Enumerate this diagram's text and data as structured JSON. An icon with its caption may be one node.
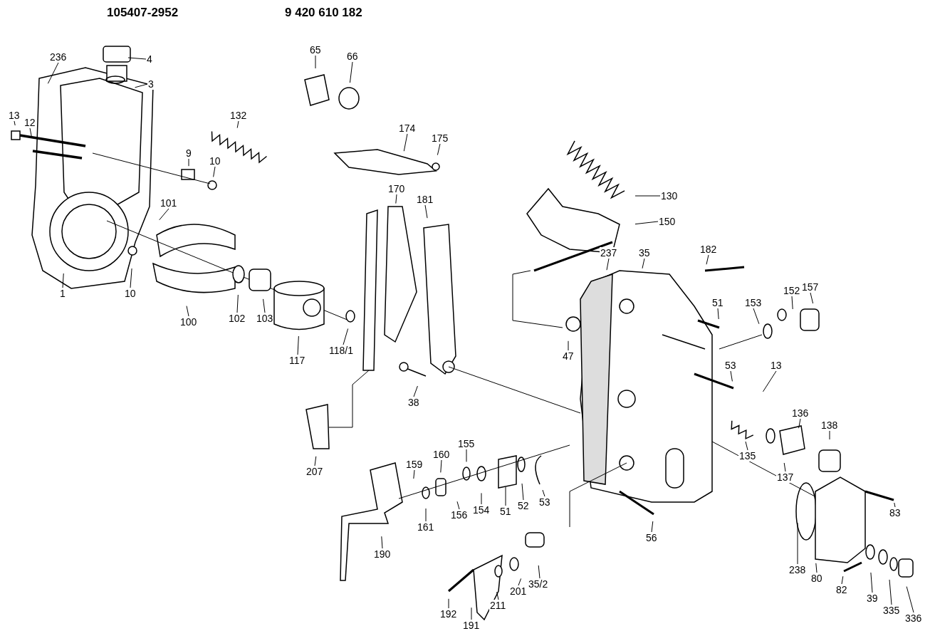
{
  "diagram": {
    "nodes": [
      {
        "text": [
          "236"
        ]
      },
      {
        "text": [
          "4"
        ]
      },
      {
        "text": [
          "3"
        ]
      },
      {
        "text": [
          "13"
        ]
      },
      {
        "text": [
          "12"
        ]
      },
      {
        "text": [
          "132"
        ]
      },
      {
        "text": [
          "9"
        ]
      },
      {
        "text": [
          "10"
        ]
      },
      {
        "text": [
          "101"
        ]
      },
      {
        "text": [
          "1"
        ]
      },
      {
        "text": [
          "10"
        ]
      },
      {
        "text": [
          "100"
        ]
      },
      {
        "text": [
          "102"
        ]
      },
      {
        "text": [
          "103"
        ]
      },
      {
        "text": [
          "117"
        ]
      },
      {
        "text": [
          "118/1"
        ]
      },
      {
        "text": [
          "65"
        ]
      },
      {
        "text": [
          "66"
        ]
      },
      {
        "text": [
          "174"
        ]
      },
      {
        "text": [
          "175"
        ]
      },
      {
        "text": [
          "170"
        ]
      },
      {
        "text": [
          "181"
        ]
      },
      {
        "text": [
          "38"
        ]
      },
      {
        "text": [
          "207"
        ]
      },
      {
        "text": [
          "130"
        ]
      },
      {
        "text": [
          "150"
        ]
      },
      {
        "text": [
          "237"
        ]
      },
      {
        "text": [
          "35"
        ]
      },
      {
        "text": [
          "182"
        ]
      },
      {
        "text": [
          "51"
        ]
      },
      {
        "text": [
          "153"
        ]
      },
      {
        "text": [
          "152"
        ]
      },
      {
        "text": [
          "157"
        ]
      },
      {
        "text": [
          "47"
        ]
      },
      {
        "text": [
          "53"
        ]
      },
      {
        "text": [
          "13"
        ]
      },
      {
        "text": [
          "136"
        ]
      },
      {
        "text": [
          "138"
        ]
      },
      {
        "text": [
          "135"
        ]
      },
      {
        "text": [
          "137"
        ]
      },
      {
        "text": [
          "159"
        ]
      },
      {
        "text": [
          "160"
        ]
      },
      {
        "text": [
          "155"
        ]
      },
      {
        "text": [
          "161"
        ]
      },
      {
        "text": [
          "156"
        ]
      },
      {
        "text": [
          "154"
        ]
      },
      {
        "text": [
          "51"
        ]
      },
      {
        "text": [
          "52"
        ]
      },
      {
        "text": [
          "53"
        ]
      },
      {
        "text": [
          "190"
        ]
      },
      {
        "text": [
          "56"
        ]
      },
      {
        "text": [
          "83"
        ]
      },
      {
        "text": [
          "238"
        ]
      },
      {
        "text": [
          "80"
        ]
      },
      {
        "text": [
          "82"
        ]
      },
      {
        "text": [
          "39"
        ]
      },
      {
        "text": [
          "335"
        ]
      },
      {
        "text": [
          "336"
        ]
      },
      {
        "text": [
          "192"
        ]
      },
      {
        "text": [
          "191"
        ]
      },
      {
        "text": [
          "211"
        ]
      },
      {
        "text": [
          "201"
        ]
      },
      {
        "text": [
          "35/2"
        ]
      }
    ],
    "edges": [
      {
        "from": 0,
        "to": null,
        "arrow": "none"
      },
      {
        "from": 1,
        "to": null,
        "arrow": "none"
      },
      {
        "from": 2,
        "to": null,
        "arrow": "none"
      },
      {
        "from": 3,
        "to": null,
        "arrow": "none"
      },
      {
        "from": 4,
        "to": null,
        "arrow": "none"
      },
      {
        "from": 5,
        "to": null,
        "arrow": "none"
      },
      {
        "from": 6,
        "to": null,
        "arrow": "none"
      },
      {
        "from": 7,
        "to": null,
        "arrow": "none"
      },
      {
        "from": 8,
        "to": null,
        "arrow": "none"
      },
      {
        "from": 9,
        "to": null,
        "arrow": "none"
      },
      {
        "from": 10,
        "to": null,
        "arrow": "none"
      },
      {
        "from": 11,
        "to": null,
        "arrow": "none"
      },
      {
        "from": 12,
        "to": null,
        "arrow": "none"
      },
      {
        "from": 13,
        "to": null,
        "arrow": "none"
      },
      {
        "from": 14,
        "to": null,
        "arrow": "none"
      },
      {
        "from": 15,
        "to": null,
        "arrow": "none"
      },
      {
        "from": 16,
        "to": null,
        "arrow": "none"
      },
      {
        "from": 17,
        "to": null,
        "arrow": "none"
      },
      {
        "from": 18,
        "to": null,
        "arrow": "none"
      },
      {
        "from": 19,
        "to": null,
        "arrow": "none"
      },
      {
        "from": 20,
        "to": null,
        "arrow": "none"
      },
      {
        "from": 21,
        "to": null,
        "arrow": "none"
      },
      {
        "from": 22,
        "to": null,
        "arrow": "none"
      },
      {
        "from": 23,
        "to": null,
        "arrow": "none"
      },
      {
        "from": 24,
        "to": null,
        "arrow": "none"
      },
      {
        "from": 25,
        "to": null,
        "arrow": "none"
      },
      {
        "from": 26,
        "to": null,
        "arrow": "none"
      },
      {
        "from": 27,
        "to": null,
        "arrow": "none"
      },
      {
        "from": 28,
        "to": null,
        "arrow": "none"
      },
      {
        "from": 29,
        "to": null,
        "arrow": "none"
      },
      {
        "from": 30,
        "to": null,
        "arrow": "none"
      },
      {
        "from": 31,
        "to": null,
        "arrow": "none"
      },
      {
        "from": 32,
        "to": null,
        "arrow": "none"
      },
      {
        "from": 33,
        "to": null,
        "arrow": "none"
      },
      {
        "from": 34,
        "to": null,
        "arrow": "none"
      },
      {
        "from": 35,
        "to": null,
        "arrow": "none"
      },
      {
        "from": 36,
        "to": null,
        "arrow": "none"
      },
      {
        "from": 37,
        "to": null,
        "arrow": "none"
      },
      {
        "from": 38,
        "to": null,
        "arrow": "none"
      },
      {
        "from": 39,
        "to": null,
        "arrow": "none"
      },
      {
        "from": 40,
        "to": null,
        "arrow": "none"
      },
      {
        "from": 41,
        "to": null,
        "arrow": "none"
      },
      {
        "from": 42,
        "to": null,
        "arrow": "none"
      },
      {
        "from": 43,
        "to": null,
        "arrow": "none"
      },
      {
        "from": 44,
        "to": null,
        "arrow": "none"
      },
      {
        "from": 45,
        "to": null,
        "arrow": "none"
      },
      {
        "from": 46,
        "to": null,
        "arrow": "none"
      },
      {
        "from": 47,
        "to": null,
        "arrow": "none"
      },
      {
        "from": 48,
        "to": null,
        "arrow": "none"
      },
      {
        "from": 49,
        "to": null,
        "arrow": "none"
      },
      {
        "from": 50,
        "to": null,
        "arrow": "none"
      },
      {
        "from": 51,
        "to": null,
        "arrow": "none"
      },
      {
        "from": 52,
        "to": null,
        "arrow": "none"
      },
      {
        "from": 53,
        "to": null,
        "arrow": "none"
      },
      {
        "from": 54,
        "to": null,
        "arrow": "none"
      },
      {
        "from": 55,
        "to": null,
        "arrow": "none"
      },
      {
        "from": 56,
        "to": null,
        "arrow": "none"
      },
      {
        "from": 57,
        "to": null,
        "arrow": "none"
      },
      {
        "from": 58,
        "to": null,
        "arrow": "none"
      },
      {
        "from": 59,
        "to": null,
        "arrow": "none"
      },
      {
        "from": 60,
        "to": null,
        "arrow": "none"
      },
      {
        "from": 61,
        "to": null,
        "arrow": "none"
      },
      {
        "from": 62,
        "to": null,
        "arrow": "none"
      }
    ],
    "labels": [
      "105407-2952",
      "9 420 610 182"
    ]
  }
}
